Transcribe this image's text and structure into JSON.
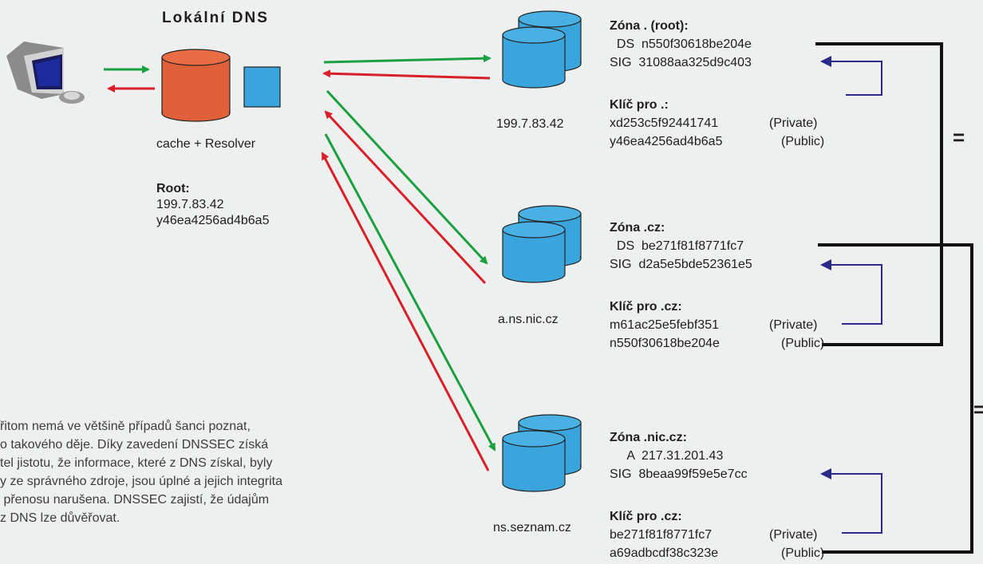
{
  "local_dns": {
    "title": "Lokální DNS",
    "resolver_label": "cache + Resolver",
    "root_heading": "Root:",
    "root_ip": "199.7.83.42",
    "root_key": "y46ea4256ad4b6a5"
  },
  "servers": [
    {
      "label": "199.7.83.42"
    },
    {
      "label": "a.ns.nic.cz"
    },
    {
      "label": "ns.seznam.cz"
    }
  ],
  "zones": [
    {
      "heading": "Zóna . (root):",
      "rec1": "  DS  n550f30618be204e",
      "rec2": "SIG  31088aa325d9c403",
      "key_heading": "Klíč pro .:",
      "private_key": "xd253c5f92441741",
      "private_label": "(Private)",
      "public_key": "y46ea4256ad4b6a5",
      "public_label": "(Public)"
    },
    {
      "heading": "Zóna .cz:",
      "rec1": "  DS  be271f81f8771fc7",
      "rec2": "SIG  d2a5e5bde52361e5",
      "key_heading": "Klíč pro .cz:",
      "private_key": "m61ac25e5febf351",
      "private_label": "(Private)",
      "public_key": "n550f30618be204e",
      "public_label": "(Public)"
    },
    {
      "heading": "Zóna .nic.cz:",
      "rec1": "     A  217.31.201.43",
      "rec2": "SIG  8beaa99f59e5e7cc",
      "key_heading": "Klíč pro .cz:",
      "private_key": "be271f81f8771fc7",
      "private_label": "(Private)",
      "public_key": "a69adbcdf38c323e",
      "public_label": "(Public)"
    }
  ],
  "equals": [
    "=",
    "="
  ],
  "paragraph": [
    "řitom nemá ve většině případů šanci poznat,",
    "o takového děje. Díky zavedení DNSSEC získá",
    "tel jistotu, že informace, které z DNS získal, byly",
    "y ze správného zdroje, jsou úplné a jejich integrita",
    " přenosu narušena. DNSSEC zajistí, že údajům",
    "z DNS lze důvěřovat."
  ],
  "colors": {
    "request_arrow": "#1aa040",
    "response_arrow": "#d8202a",
    "resolver_cylinder": "#e0603a",
    "cache_box": "#3aa5dc",
    "server_cylinder": "#3aa5dc",
    "signature_arrow": "#2a2a8a",
    "bracket_line": "#111111"
  }
}
